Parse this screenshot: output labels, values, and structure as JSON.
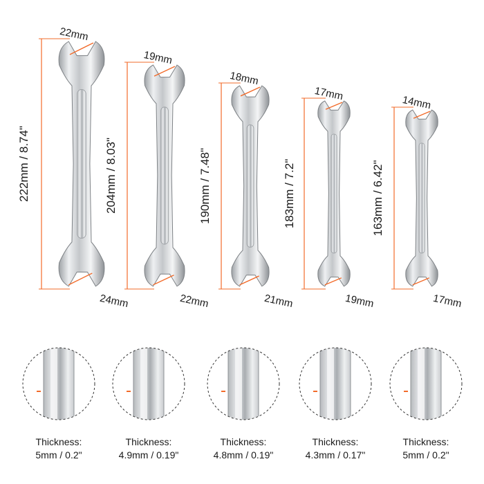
{
  "accent_color": "#f26b2a",
  "metal_color": "#d4d6d8",
  "wrenches": [
    {
      "top_size": "22mm",
      "bottom_size": "24mm",
      "length": "222mm / 8.74\""
    },
    {
      "top_size": "19mm",
      "bottom_size": "22mm",
      "length": "204mm / 8.03\""
    },
    {
      "top_size": "18mm",
      "bottom_size": "21mm",
      "length": "190mm / 7.48\""
    },
    {
      "top_size": "17mm",
      "bottom_size": "19mm",
      "length": "183mm / 7.2\""
    },
    {
      "top_size": "14mm",
      "bottom_size": "17mm",
      "length": "163mm / 6.42\""
    }
  ],
  "thickness": [
    {
      "label": "Thickness:",
      "value": "5mm / 0.2\""
    },
    {
      "label": "Thickness:",
      "value": "4.9mm / 0.19\""
    },
    {
      "label": "Thickness:",
      "value": "4.8mm / 0.19\""
    },
    {
      "label": "Thickness:",
      "value": "4.3mm / 0.17\""
    },
    {
      "label": "Thickness:",
      "value": "5mm / 0.2\""
    }
  ]
}
